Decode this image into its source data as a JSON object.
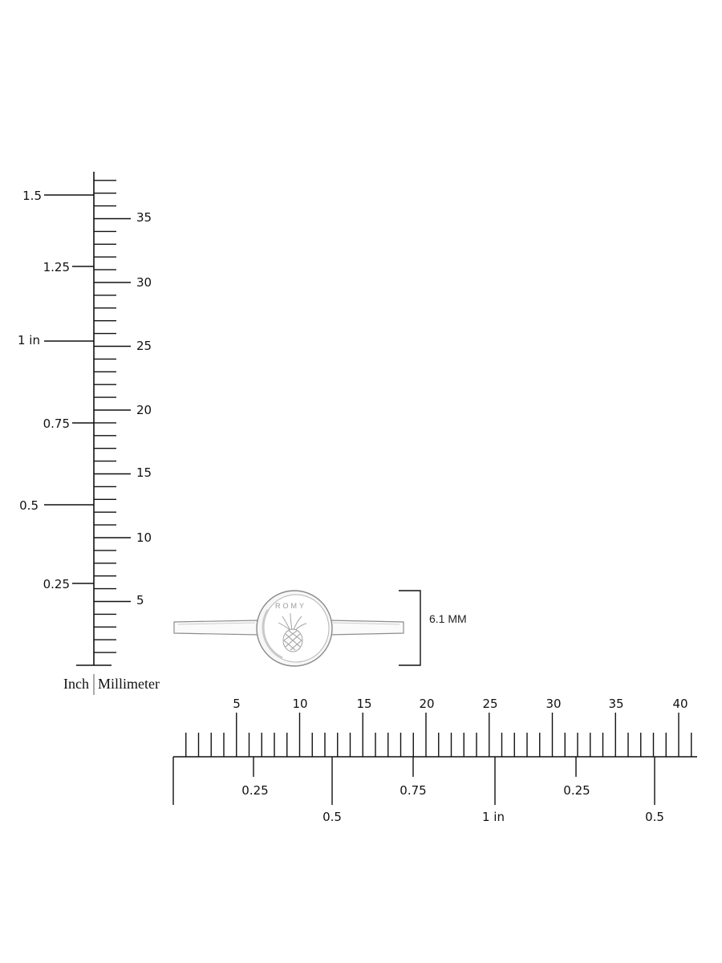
{
  "vertical_ruler": {
    "inch_unit_label": "Inch",
    "mm_unit_label": "Millimeter",
    "inch_labels": [
      "0.25",
      "0.5",
      "0.75",
      "1 in",
      "1.25",
      "1.5"
    ],
    "mm_labels": [
      "5",
      "10",
      "15",
      "20",
      "25",
      "30",
      "35"
    ]
  },
  "horizontal_ruler": {
    "mm_labels": [
      "5",
      "10",
      "15",
      "20",
      "25",
      "30",
      "35",
      "40"
    ],
    "inch_labels": [
      "0.25",
      "0.5",
      "0.75",
      "1 in",
      "0.25",
      "0.5"
    ]
  },
  "ring": {
    "engraving_text": "ROMY",
    "emblem": "pineapple-icon",
    "height_dimension_label": "6.1 MM"
  }
}
